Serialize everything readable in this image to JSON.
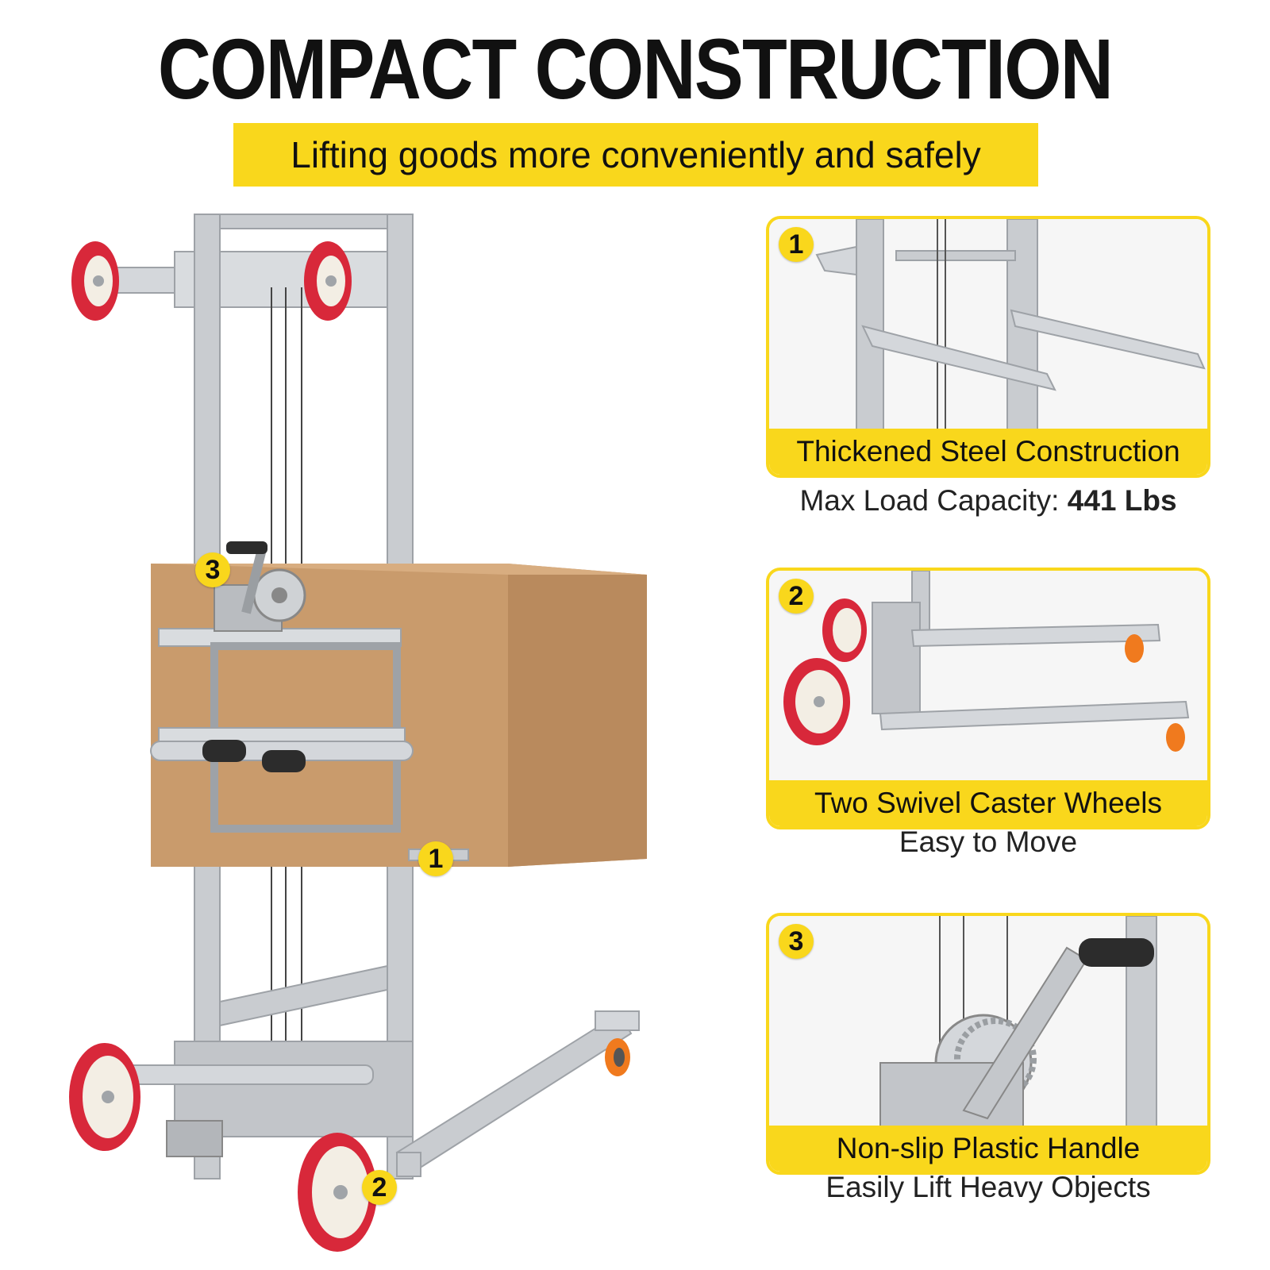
{
  "headline": "COMPACT CONSTRUCTION",
  "subheadline": "Lifting goods more conveniently and safely",
  "colors": {
    "accent_yellow": "#f9d71c",
    "frame_silver": "#c9ccd0",
    "wheel_red": "#d8283a",
    "wheel_hub": "#f3eee4",
    "caster_orange": "#f07a1e",
    "box_brown": "#c99b6c"
  },
  "product_callouts": [
    {
      "number": "3",
      "icon": "number-badge"
    },
    {
      "number": "1",
      "icon": "number-badge"
    },
    {
      "number": "2",
      "icon": "number-badge"
    }
  ],
  "features": [
    {
      "number": "1",
      "label": "Thickened Steel Construction",
      "caption_prefix": "Max Load Capacity: ",
      "caption_value": "441 Lbs"
    },
    {
      "number": "2",
      "label": "Two Swivel Caster Wheels",
      "caption_prefix": "Easy to Move",
      "caption_value": ""
    },
    {
      "number": "3",
      "label": "Non-slip Plastic Handle",
      "caption_prefix": "Easily Lift Heavy Objects",
      "caption_value": ""
    }
  ]
}
